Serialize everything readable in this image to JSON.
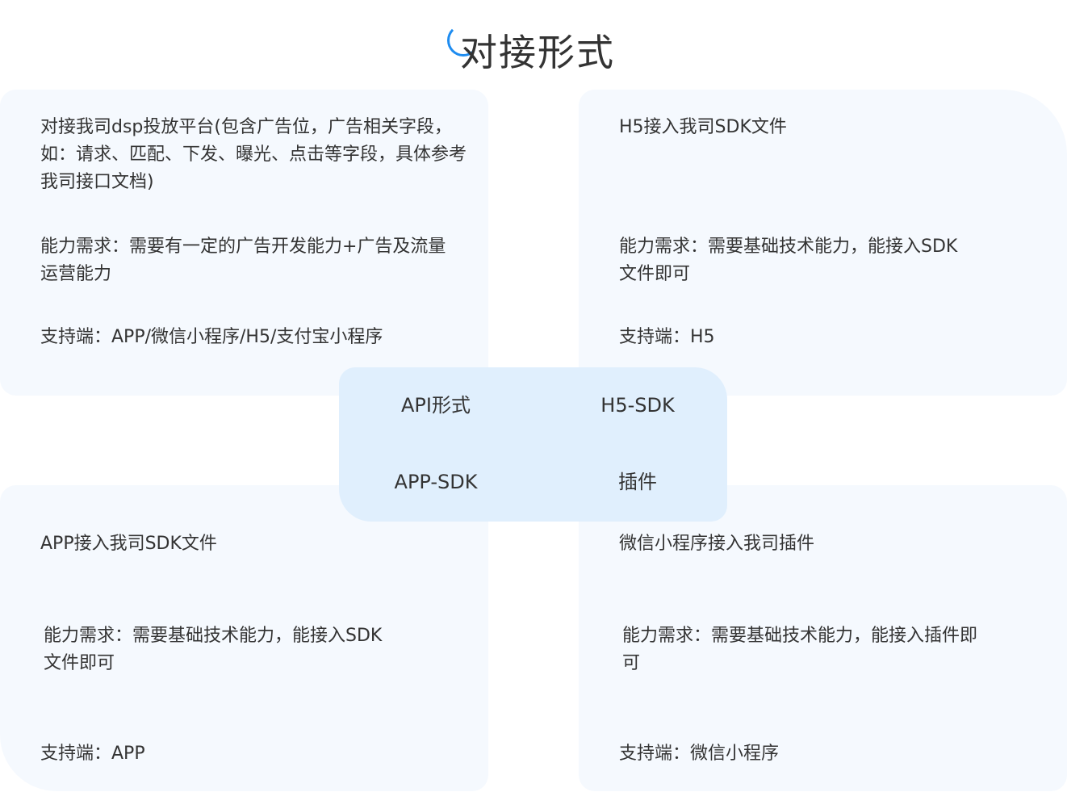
{
  "header": {
    "title": "对接形式",
    "accent_color": "#1e8cf0"
  },
  "colors": {
    "card_background": "#f5f9fe",
    "center_background": "#e0effd",
    "text": "#333333"
  },
  "center": {
    "labels": [
      "API形式",
      "H5-SDK",
      "APP-SDK",
      "插件"
    ]
  },
  "cards": [
    {
      "position": "top-left",
      "type": "API形式",
      "description": "对接我司dsp投放平台(包含广告位，广告相关字段，如：请求、匹配、下发、曝光、点击等字段，具体参考我司接口文档)",
      "capability": "能力需求：需要有一定的广告开发能力+广告及流量运营能力",
      "support": "支持端：APP/微信小程序/H5/支付宝小程序"
    },
    {
      "position": "top-right",
      "type": "H5-SDK",
      "description": "H5接入我司SDK文件",
      "capability": "能力需求：需要基础技术能力，能接入SDK文件即可",
      "support": "支持端：H5"
    },
    {
      "position": "bottom-left",
      "type": "APP-SDK",
      "description": "APP接入我司SDK文件",
      "capability": "能力需求：需要基础技术能力，能接入SDK文件即可",
      "support": "支持端：APP"
    },
    {
      "position": "bottom-right",
      "type": "插件",
      "description": "微信小程序接入我司插件",
      "capability": "能力需求：需要基础技术能力，能接入插件即可",
      "support": "支持端：微信小程序"
    }
  ]
}
